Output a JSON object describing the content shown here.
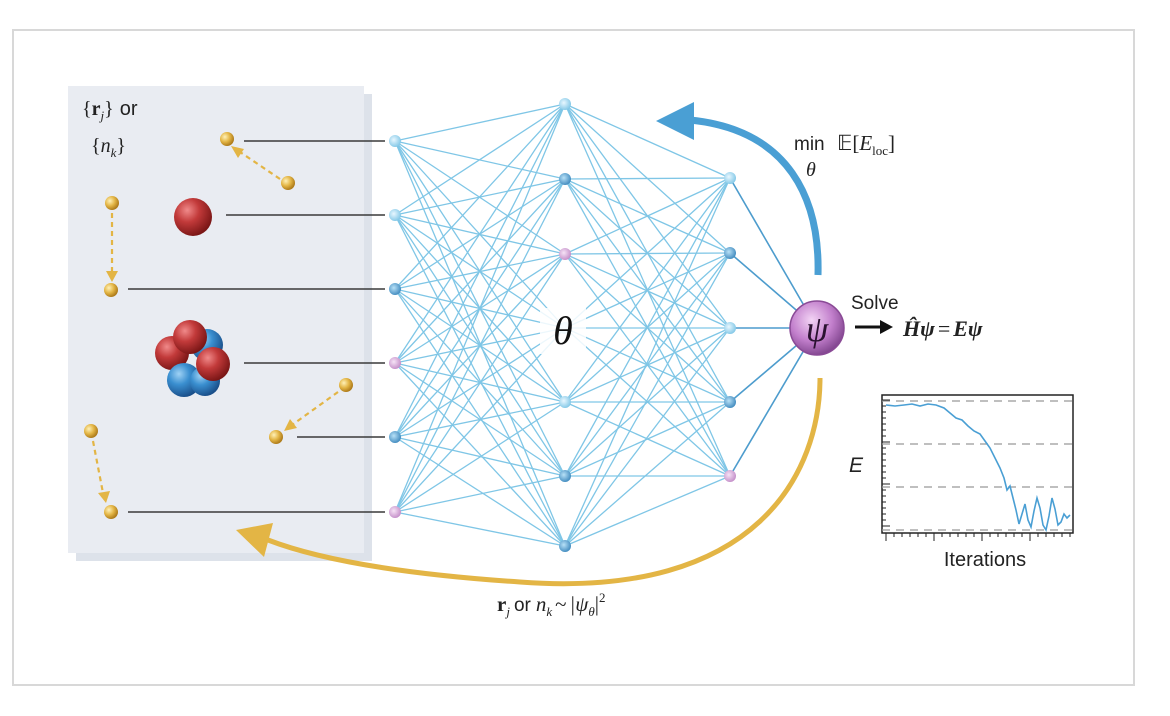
{
  "inputs_label": {
    "line1_brace_open": "{",
    "line1_var": "r",
    "line1_sub": "j",
    "line1_brace_close": "}",
    "line1_or": "or",
    "line2_brace_open": "{",
    "line2_var": "n",
    "line2_sub": "k",
    "line2_brace_close": "}"
  },
  "network": {
    "parameter_symbol": "θ"
  },
  "output": {
    "wavefunction_symbol": "ψ"
  },
  "objective": {
    "min": "min",
    "min_under": "θ",
    "expectation": "𝔼",
    "bracket_open": "[",
    "energy": "E",
    "energy_sub": "loc",
    "bracket_close": "]"
  },
  "solve": {
    "label": "Solve",
    "equation_lhs": "Ĥψ",
    "equals": "=",
    "equation_rhs": "Eψ"
  },
  "sampling": {
    "r": "r",
    "r_sub": "j",
    "or": "or",
    "n": "n",
    "n_sub": "k",
    "tilde": "~",
    "abs": "|ψ",
    "abs_sub": "θ",
    "abs_close": "|",
    "power": "2"
  },
  "energy_plot": {
    "y_label": "E",
    "x_label": "Iterations"
  },
  "colors": {
    "blue_arrow": "#4a9fd4",
    "gold_arrow": "#e3b545",
    "edge": "#7fc6e6",
    "node_light": "#8ed0f0",
    "node_mid": "#4d9ccd",
    "node_pink": "#c28bc7",
    "psi": "#9a5aa6",
    "particle_gold": "#d8a73a",
    "nucleus_red": "#b12f2f",
    "nucleus_blue": "#2b79b9",
    "panel": "#e9ecf2"
  }
}
